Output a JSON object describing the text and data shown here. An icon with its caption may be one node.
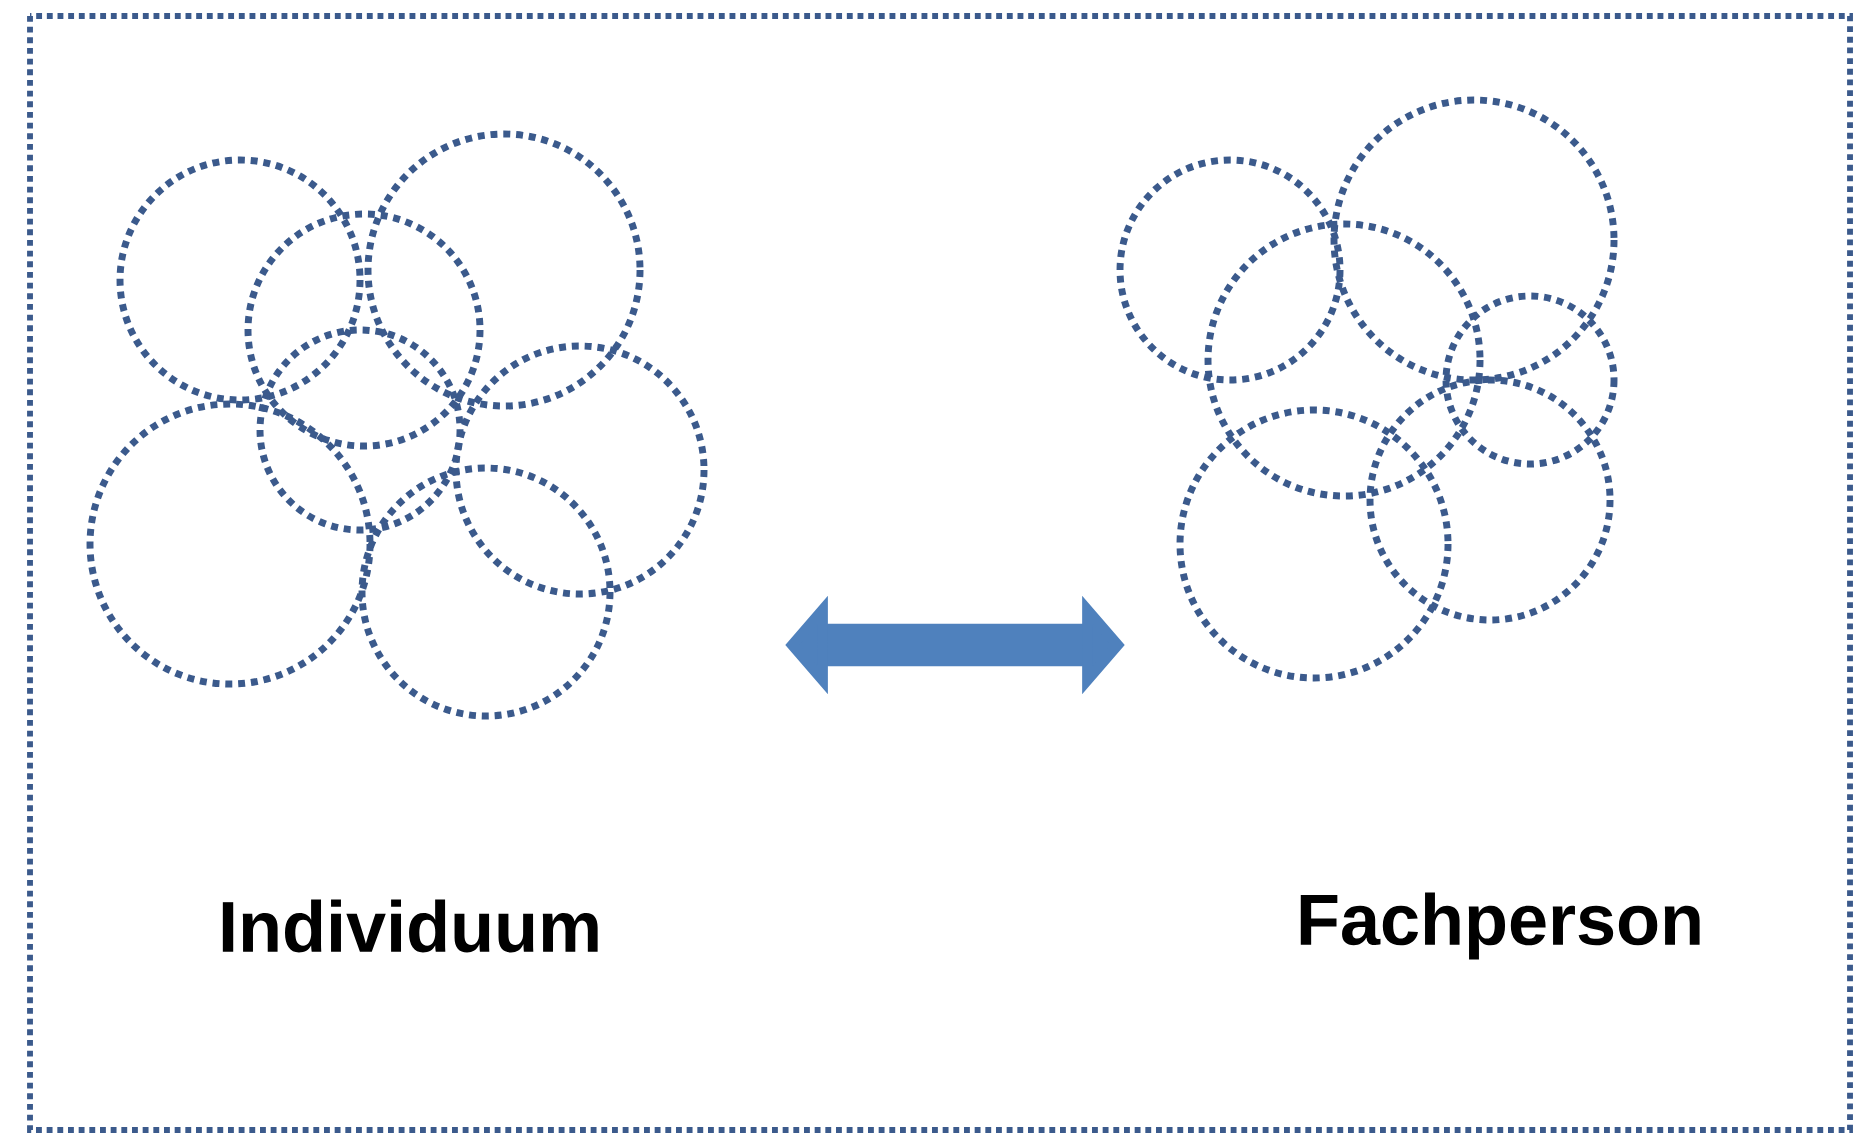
{
  "diagram": {
    "nodes": [
      {
        "text": [
          "Individuum"
        ]
      },
      {
        "text": [
          "Fachperson"
        ]
      }
    ],
    "edges": [
      {
        "from": 0,
        "to": 1,
        "arrow": "both"
      }
    ]
  }
}
